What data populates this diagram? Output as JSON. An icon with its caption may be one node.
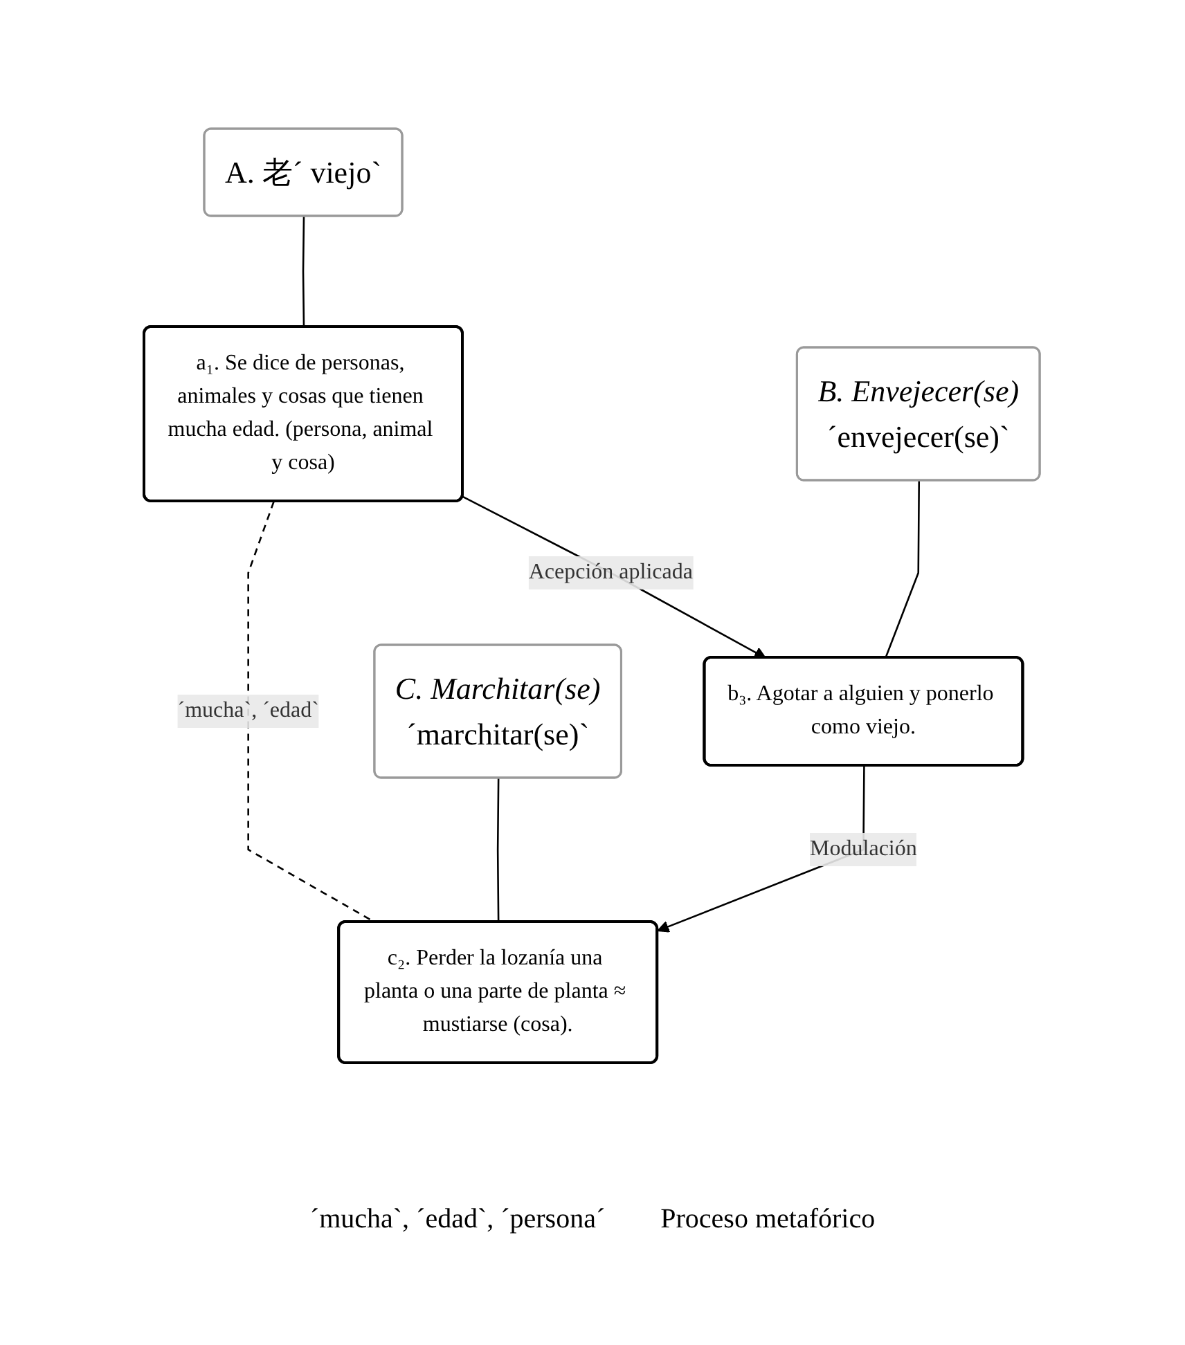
{
  "diagram": {
    "nodes": [
      {
        "text": [
          "A. 老´ viejo`"
        ]
      },
      {
        "text": [
          "a₁. Se dice de personas, animales y cosas que tienen mucha edad. (persona, animal y cosa)"
        ]
      },
      {
        "text": [
          "B. Envejecer(se)",
          "´envejecer(se)`"
        ]
      },
      {
        "text": [
          "b₃. Agotar a alguien y ponerlo como viejo."
        ]
      },
      {
        "text": [
          "C. Marchitar(se)",
          "´marchitar(se)`"
        ]
      },
      {
        "text": [
          "c₂. Perder la lozanía una planta o una parte de planta ≈ mustiarse (cosa)."
        ]
      }
    ],
    "edges": [
      {
        "from": 0,
        "to": 1,
        "arrow": "none"
      },
      {
        "from": 2,
        "to": 3,
        "arrow": "none"
      },
      {
        "from": 4,
        "to": 5,
        "arrow": "none"
      },
      {
        "from": 1,
        "to": 3,
        "arrow": "to",
        "label": "Acepción aplicada"
      },
      {
        "from": 1,
        "to": 5,
        "arrow": "none",
        "label": "´mucha`, ´edad`",
        "style": "dashed"
      },
      {
        "from": 3,
        "to": 5,
        "arrow": "to",
        "label": "Modulación"
      }
    ],
    "labels": [
      "´mucha`, ´edad`, ´persona´",
      "Proceso metafórico"
    ]
  }
}
